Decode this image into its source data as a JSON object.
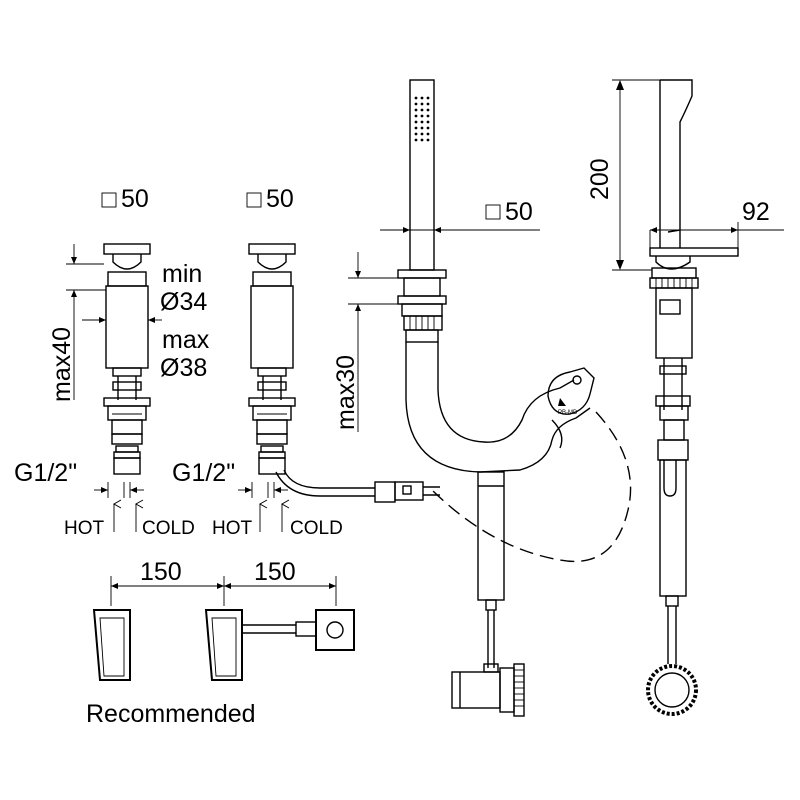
{
  "dimensions": {
    "square_1": "50",
    "square_2": "50",
    "square_3": "50",
    "height_handshower": "200",
    "lever_length": "92",
    "min_label": "min",
    "min_diameter": "Ø34",
    "max_label": "max",
    "max_diameter": "Ø38",
    "max_deck_1": "max40",
    "max_deck_2": "max30",
    "thread_1": "G1/2\"",
    "thread_2": "G1/2\"",
    "spacing_1": "150",
    "spacing_2": "150"
  },
  "supply": {
    "hot_1": "HOT",
    "cold_1": "COLD",
    "hot_2": "HOT",
    "cold_2": "COLD"
  },
  "footer": {
    "recommended": "Recommended"
  },
  "logo_text": "PB-MD"
}
